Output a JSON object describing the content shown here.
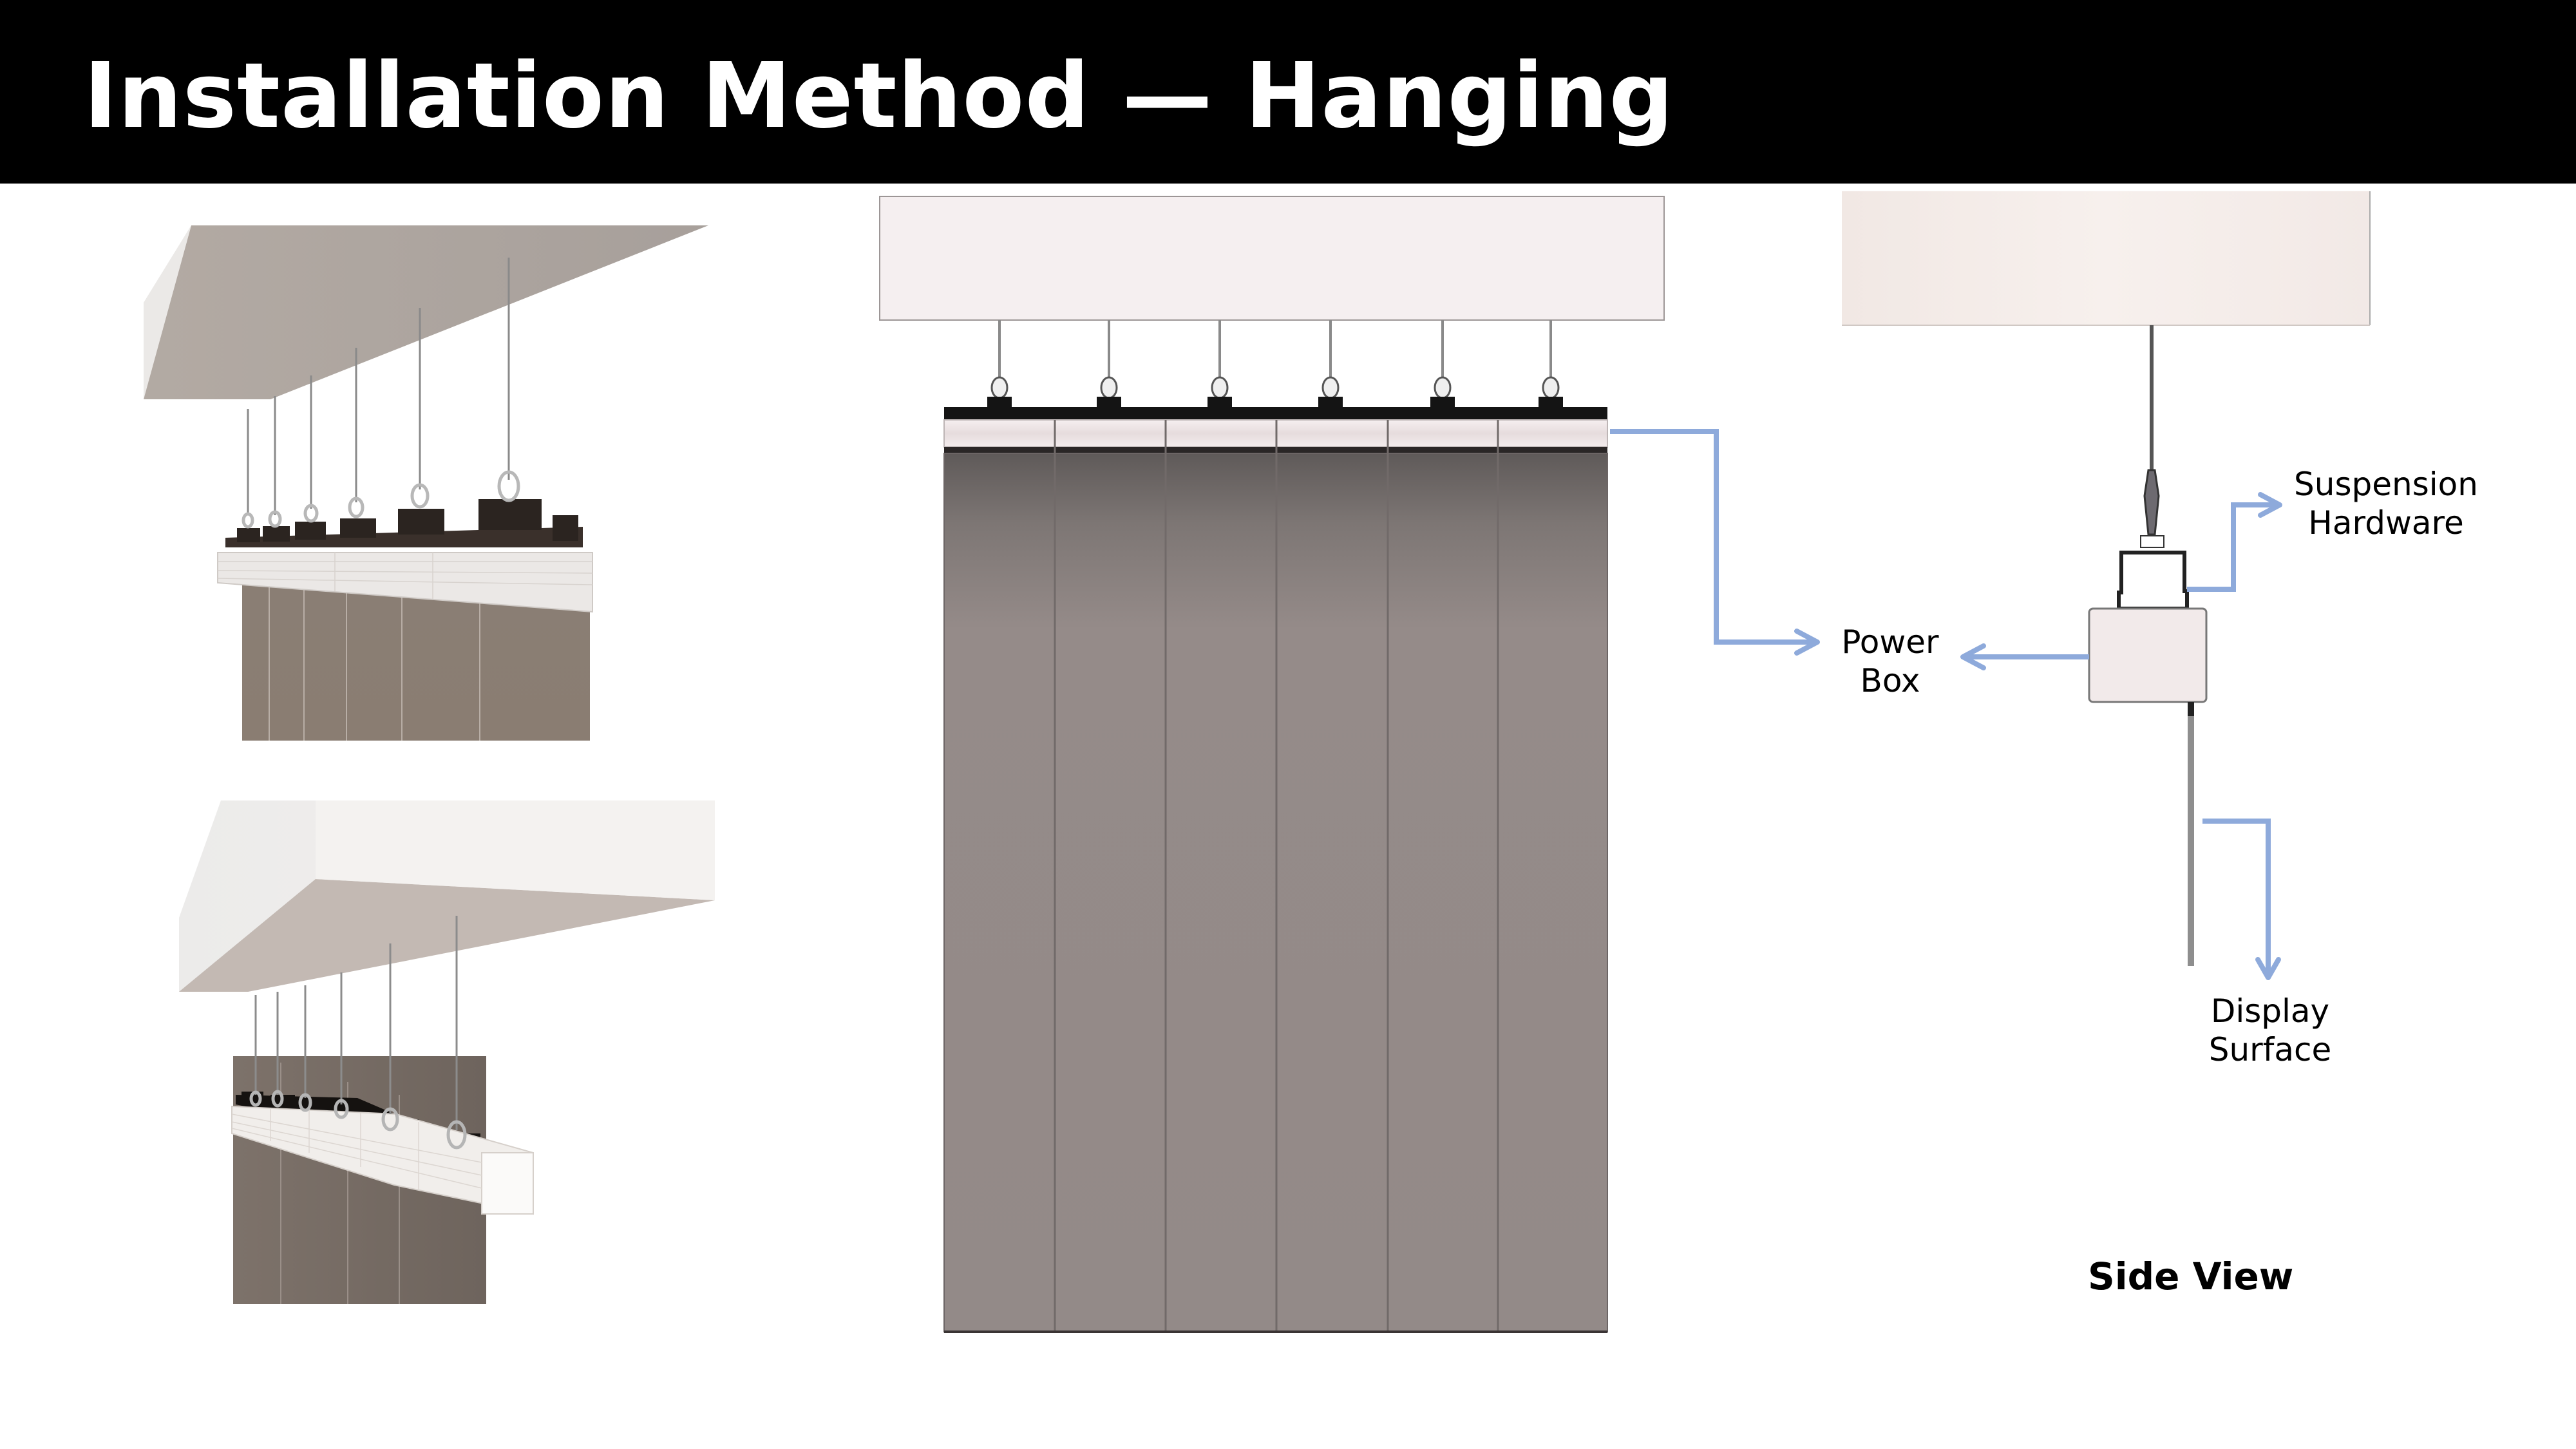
{
  "header": {
    "title": "Installation Method — Hanging"
  },
  "front_view": {
    "panel_count": 6,
    "hanger_count": 6,
    "callout_target": "Power Box"
  },
  "perspective_views": [
    {
      "name": "perspective-view-top",
      "hanger_count": 6
    },
    {
      "name": "perspective-view-bottom",
      "hanger_count": 6
    }
  ],
  "side_view": {
    "title": "Side View",
    "labels": {
      "suspension_line1": "Suspension",
      "suspension_line2": "Hardware",
      "power_line1": "Power",
      "power_line2": "Box",
      "display_line1": "Display",
      "display_line2": "Surface"
    }
  },
  "colors": {
    "title_bar": "#000000",
    "title_text": "#ffffff",
    "callout_arrow": "#8eaadb",
    "panel": "#948a88",
    "ceiling": "#f4eeee",
    "rail": "#111111"
  }
}
